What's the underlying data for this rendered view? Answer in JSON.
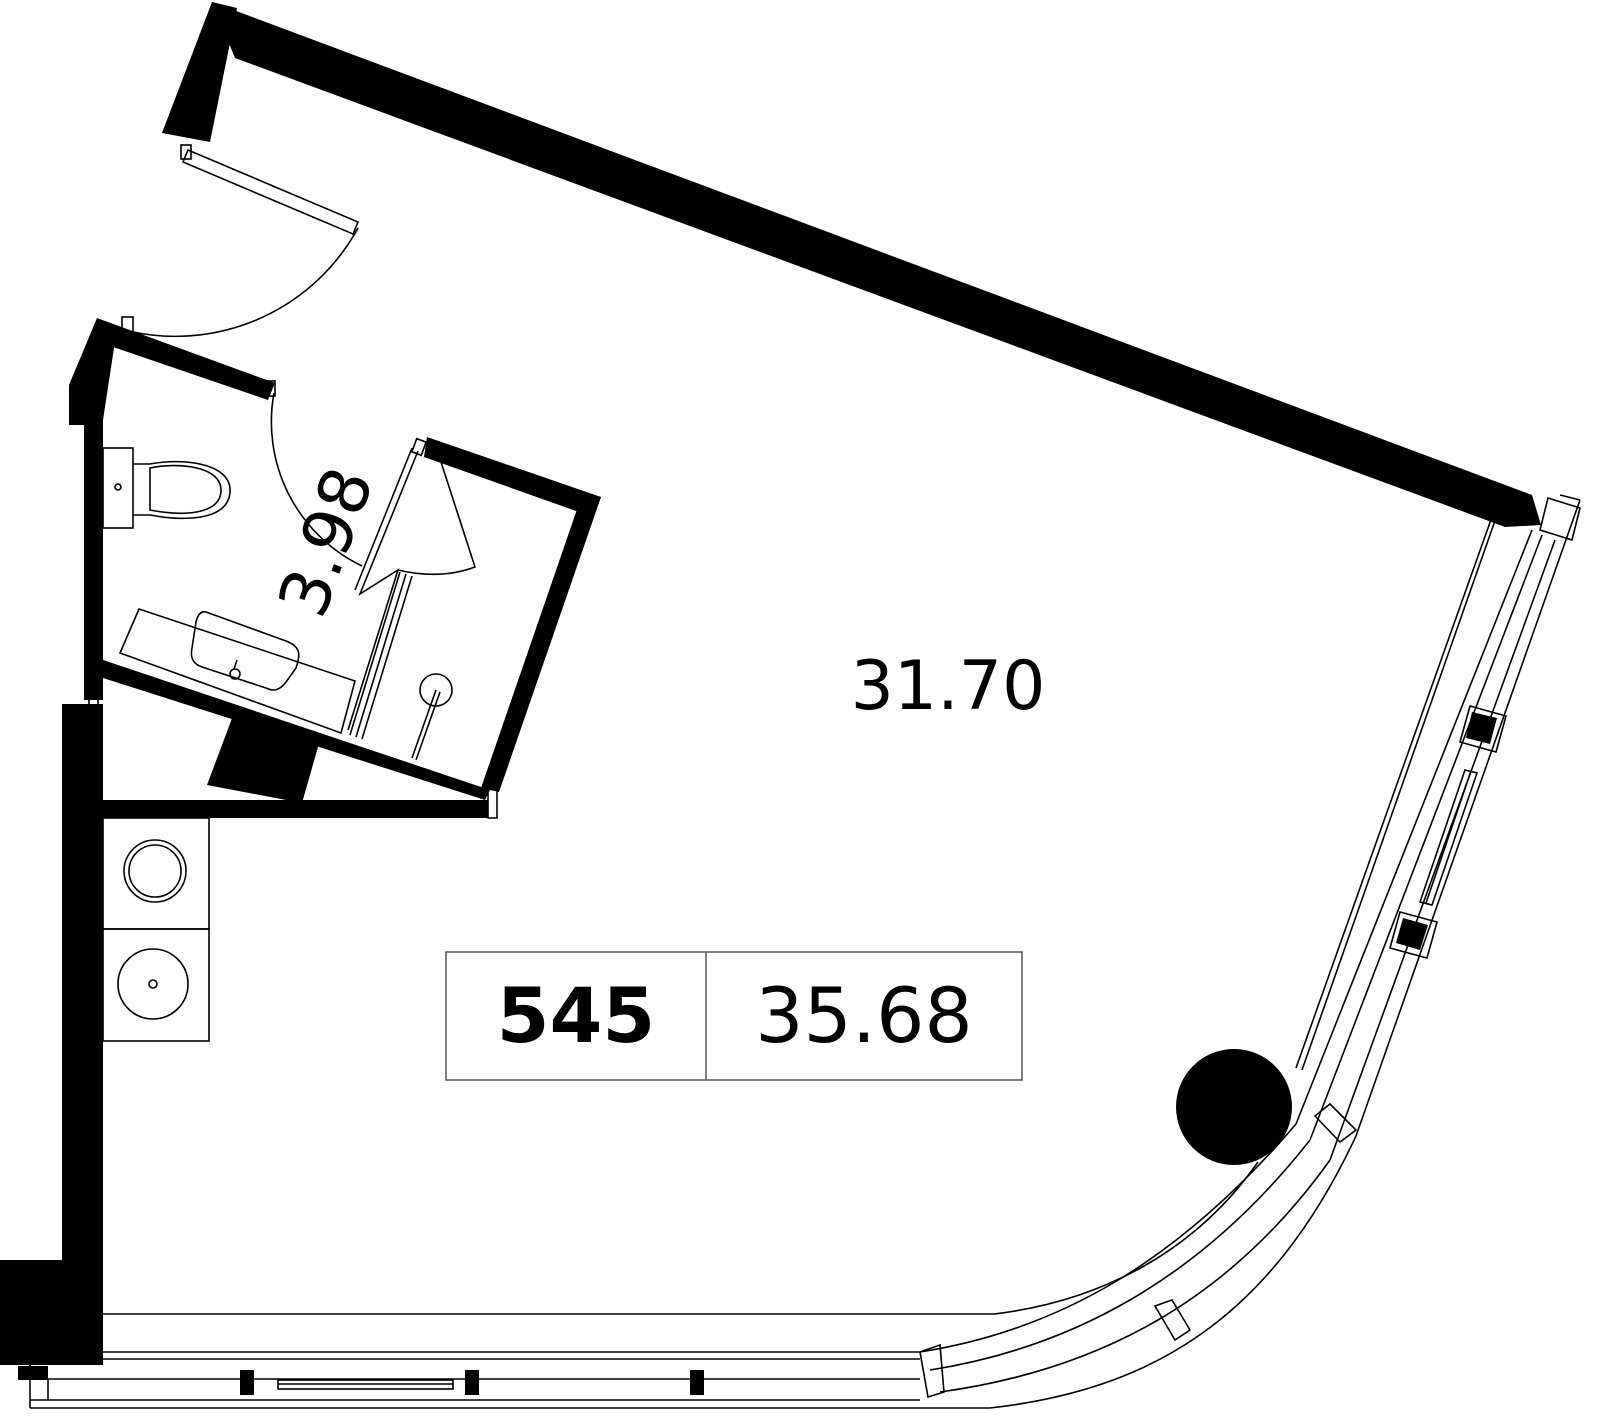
{
  "plan": {
    "living_area": "31.70",
    "bathroom_area": "3.98",
    "apartment_number": "545",
    "total_area": "35.68"
  },
  "colors": {
    "wall": "#000000",
    "line": "#000000",
    "background": "#ffffff",
    "badge_border": "#555555"
  }
}
